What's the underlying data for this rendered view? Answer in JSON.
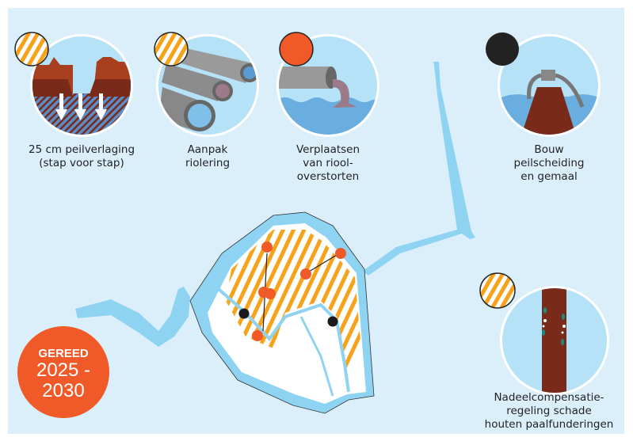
{
  "measures": [
    {
      "caption_lines": [
        "25 cm peilverlaging",
        "(stap voor stap)"
      ],
      "status": "hatched"
    },
    {
      "caption_lines": [
        "Aanpak",
        "riolering"
      ],
      "status": "hatched"
    },
    {
      "caption_lines": [
        "Verplaatsen",
        "van riool-",
        "overstorten"
      ],
      "status": "orange"
    },
    {
      "caption_lines": [
        "Bouw",
        "peilscheiding",
        "en gemaal"
      ],
      "status": "black"
    },
    {
      "caption_lines": [
        "Nadeelcompensatie-",
        "regeling schade",
        "houten paalfunderingen"
      ],
      "status": "hatched"
    }
  ],
  "badge": {
    "label": "GEREED",
    "years_line1": "2025 -",
    "years_line2": "2030"
  },
  "colors": {
    "background": "#dbeffb",
    "water": "#8fd3f3",
    "orange": "#f05a28",
    "hatch": "#f7a21b",
    "brick": "#7a2a18"
  }
}
